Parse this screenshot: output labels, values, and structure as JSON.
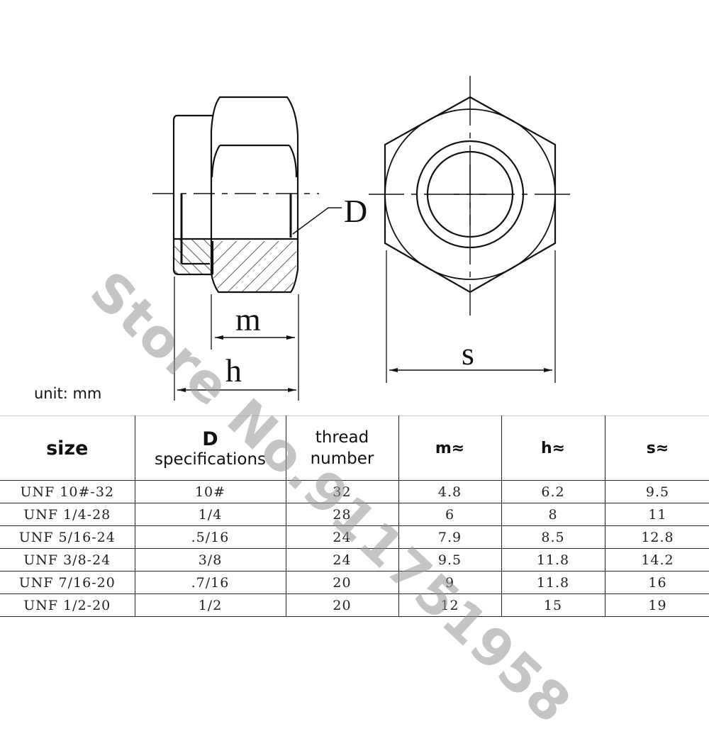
{
  "diagram": {
    "labels": {
      "d": "D",
      "m": "m",
      "h": "h",
      "s": "s"
    },
    "unit": "unit: mm"
  },
  "table": {
    "headers": {
      "size": "size",
      "d_title": "D",
      "d_sub": "specifications",
      "thread_line1": "thread",
      "thread_line2": "number",
      "m": "m≈",
      "h": "h≈",
      "s": "s≈"
    },
    "rows": [
      {
        "size": "UNF 10#-32",
        "d": "10#",
        "thread": "32",
        "m": "4.8",
        "h": "6.2",
        "s": "9.5"
      },
      {
        "size": "UNF 1/4-28",
        "d": "1/4",
        "thread": "28",
        "m": "6",
        "h": "8",
        "s": "11"
      },
      {
        "size": "UNF 5/16-24",
        "d": ".5/16",
        "thread": "24",
        "m": "7.9",
        "h": "8.5",
        "s": "12.8"
      },
      {
        "size": "UNF 3/8-24",
        "d": "3/8",
        "thread": "24",
        "m": "9.5",
        "h": "11.8",
        "s": "14.2"
      },
      {
        "size": "UNF 7/16-20",
        "d": ".7/16",
        "thread": "20",
        "m": "9",
        "h": "11.8",
        "s": "16"
      },
      {
        "size": "UNF 1/2-20",
        "d": "1/2",
        "thread": "20",
        "m": "12",
        "h": "15",
        "s": "19"
      }
    ]
  },
  "watermark": "Store No.911751958",
  "colors": {
    "line": "#111111",
    "watermark": "#969696"
  }
}
